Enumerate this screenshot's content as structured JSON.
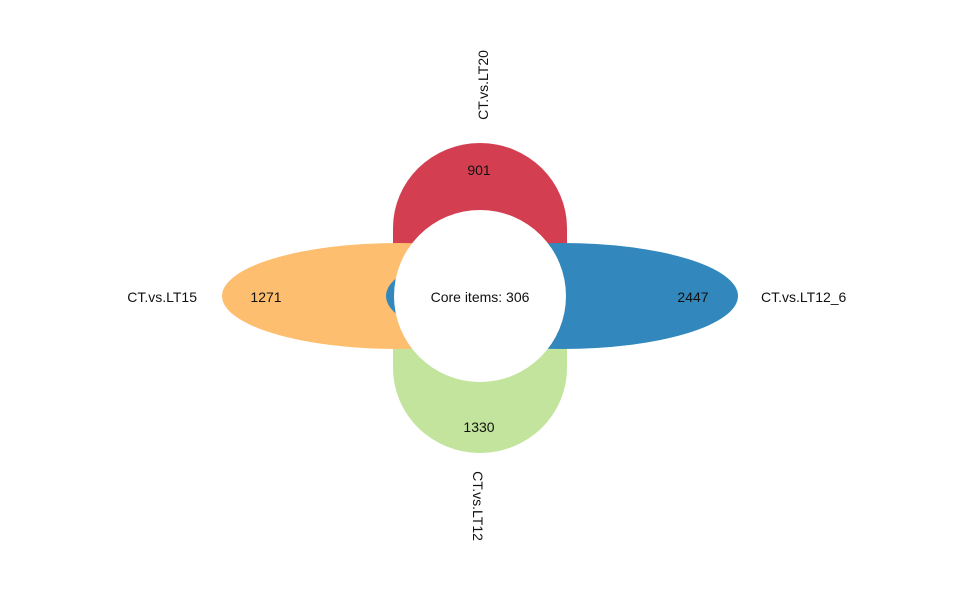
{
  "diagram": {
    "type": "flower-venn",
    "core": {
      "label": "Core items: 306",
      "value": 306,
      "color": "#ffffff"
    },
    "petals": [
      {
        "id": "top",
        "set_name": "CT.vs.LT20",
        "unique_count": "901",
        "color": "#d33f50"
      },
      {
        "id": "right",
        "set_name": "CT.vs.LT12_6",
        "unique_count": "2447",
        "color": "#3288bd"
      },
      {
        "id": "bottom",
        "set_name": "CT.vs.LT12",
        "unique_count": "1330",
        "color": "#c2e49d"
      },
      {
        "id": "left",
        "set_name": "CT.vs.LT15",
        "unique_count": "1271",
        "color": "#fdbf6f"
      }
    ]
  }
}
